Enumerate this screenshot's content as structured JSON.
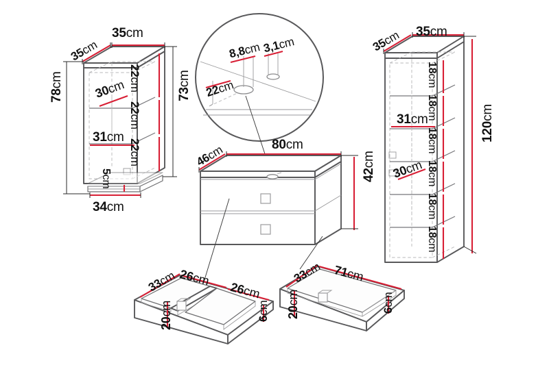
{
  "diagram": {
    "title": "Furniture dimension diagram",
    "unit": "cm",
    "background": "#ffffff",
    "dimension_line_color": "#d81f35",
    "outline_color": "#58585a"
  },
  "items": [
    {
      "name": "wall-cabinet-left",
      "description": "Tall narrow cabinet with three compartments and plinth base",
      "dimensions": {
        "top_width": "35cm",
        "top_depth": "35cm",
        "total_height": "78cm",
        "body_height": "73cm",
        "base_width": "34cm",
        "base_height": "5cm",
        "interior_depth": "30cm",
        "interior_width": "31cm",
        "compartment_heights": [
          "22cm",
          "22cm",
          "22cm"
        ]
      }
    },
    {
      "name": "cable-hole-detail",
      "description": "Magnified circular detail of cable grommet holes in dresser top",
      "dimensions": {
        "offset": "22cm",
        "large_hole": "8,8cm",
        "small_hole": "3,1cm"
      }
    },
    {
      "name": "dresser-two-drawer",
      "description": "Low two drawer dresser with cable hole in top",
      "dimensions": {
        "width": "80cm",
        "depth": "46cm",
        "height": "42cm"
      }
    },
    {
      "name": "tall-cabinet-right",
      "description": "Tall column cabinet with six 18cm shelf openings",
      "dimensions": {
        "top_width": "35cm",
        "top_depth": "35cm",
        "total_height": "120cm",
        "interior_width": "31cm",
        "interior_depth": "30cm",
        "compartment_heights": [
          "18cm",
          "18cm",
          "18cm",
          "18cm",
          "18cm",
          "18cm"
        ]
      }
    },
    {
      "name": "drawer-divided",
      "description": "Exploded upper drawer divided into two compartments",
      "dimensions": {
        "depth": "33cm",
        "compartment_a_width": "26cm",
        "compartment_b_width": "26cm",
        "front_height": "20cm",
        "side_height": "6cm"
      }
    },
    {
      "name": "drawer-wide",
      "description": "Exploded lower wide drawer",
      "dimensions": {
        "depth": "33cm",
        "width": "71cm",
        "front_height": "20cm",
        "side_height": "6cm"
      }
    }
  ],
  "labels": {
    "cab1_top_w": "35cm",
    "cab1_top_d": "35cm",
    "cab1_h78": "78cm",
    "cab1_h73": "73cm",
    "cab1_d30": "30cm",
    "cab1_w31": "31cm",
    "cab1_c1": "22cm",
    "cab1_c2": "22cm",
    "cab1_c3": "22cm",
    "cab1_base_h": "5cm",
    "cab1_base_w": "34cm",
    "detail_22": "22cm",
    "detail_88": "8,8cm",
    "detail_31": "3,1cm",
    "dres_w": "80cm",
    "dres_d": "46cm",
    "dres_h": "42cm",
    "cab2_top_w": "35cm",
    "cab2_top_d": "35cm",
    "cab2_h": "120cm",
    "cab2_w31": "31cm",
    "cab2_d30": "30cm",
    "cab2_c1": "18cm",
    "cab2_c2": "18cm",
    "cab2_c3": "18cm",
    "cab2_c4": "18cm",
    "cab2_c5": "18cm",
    "cab2_c6": "18cm",
    "dr1_depth": "33cm",
    "dr1_w1": "26cm",
    "dr1_w2": "26cm",
    "dr1_front": "20cm",
    "dr1_side": "6cm",
    "dr2_depth": "33cm",
    "dr2_width": "71cm",
    "dr2_front": "20cm",
    "dr2_side": "6cm"
  }
}
